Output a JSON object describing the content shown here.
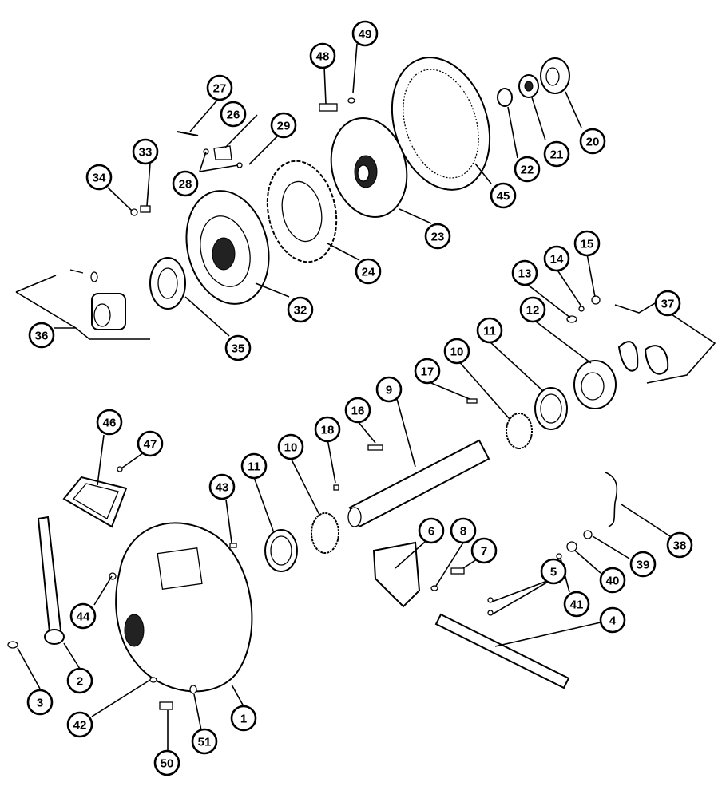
{
  "figure": {
    "colors": {
      "ink": "#000000",
      "paper": "#ffffff"
    }
  },
  "callouts": [
    {
      "label": "1"
    },
    {
      "label": "2"
    },
    {
      "label": "3"
    },
    {
      "label": "4"
    },
    {
      "label": "5"
    },
    {
      "label": "6"
    },
    {
      "label": "7"
    },
    {
      "label": "8"
    },
    {
      "label": "9"
    },
    {
      "label": "10"
    },
    {
      "label": "10"
    },
    {
      "label": "11"
    },
    {
      "label": "11"
    },
    {
      "label": "12"
    },
    {
      "label": "13"
    },
    {
      "label": "14"
    },
    {
      "label": "15"
    },
    {
      "label": "16"
    },
    {
      "label": "17"
    },
    {
      "label": "18"
    },
    {
      "label": "20"
    },
    {
      "label": "21"
    },
    {
      "label": "22"
    },
    {
      "label": "23"
    },
    {
      "label": "24"
    },
    {
      "label": "26"
    },
    {
      "label": "27"
    },
    {
      "label": "28"
    },
    {
      "label": "29"
    },
    {
      "label": "32"
    },
    {
      "label": "33"
    },
    {
      "label": "34"
    },
    {
      "label": "35"
    },
    {
      "label": "36"
    },
    {
      "label": "37"
    },
    {
      "label": "38"
    },
    {
      "label": "39"
    },
    {
      "label": "40"
    },
    {
      "label": "41"
    },
    {
      "label": "42"
    },
    {
      "label": "43"
    },
    {
      "label": "44"
    },
    {
      "label": "45"
    },
    {
      "label": "46"
    },
    {
      "label": "47"
    },
    {
      "label": "48"
    },
    {
      "label": "49"
    },
    {
      "label": "50"
    },
    {
      "label": "51"
    }
  ]
}
